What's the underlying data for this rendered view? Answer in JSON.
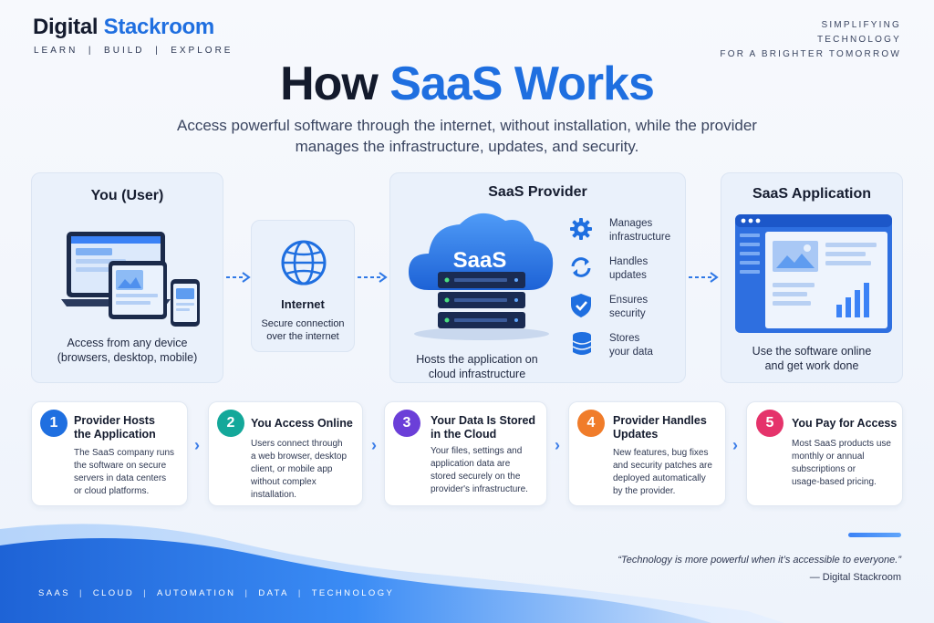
{
  "header": {
    "brand_main": "Digital ",
    "brand_accent": "Stackroom",
    "brand_tagline": "LEARN  |  BUILD  |  EXPLORE",
    "slogan": [
      "SIMPLIFYING",
      "TECHNOLOGY",
      "FOR A BRIGHTER TOMORROW"
    ]
  },
  "hero": {
    "title_main": "How ",
    "title_accent": "SaaS Works",
    "subtitle_line1": "Access powerful software through the internet, without installation, while the provider",
    "subtitle_line2": "manages the infrastructure, updates, and security."
  },
  "panels": {
    "user": {
      "title": "You (User)",
      "caption_line1": "Access from any device",
      "caption_line2": "(browsers, desktop, mobile)"
    },
    "internet": {
      "title": "Internet",
      "caption_line1": "Secure connection",
      "caption_line2": "over the internet"
    },
    "provider": {
      "title": "SaaS Provider",
      "cloud_label": "SaaS",
      "caption_line1": "Hosts the application on",
      "caption_line2": "cloud infrastructure",
      "features": [
        {
          "icon": "gear-icon",
          "line1": "Manages",
          "line2": "infrastructure"
        },
        {
          "icon": "refresh-icon",
          "line1": "Handles",
          "line2": "updates"
        },
        {
          "icon": "shield-icon",
          "line1": "Ensures",
          "line2": "security"
        },
        {
          "icon": "database-icon",
          "line1": "Stores",
          "line2": "your data"
        }
      ]
    },
    "application": {
      "title": "SaaS Application",
      "caption_line1": "Use the software online",
      "caption_line2": "and get work done"
    }
  },
  "steps": [
    {
      "number": "1",
      "color": "#1f6fe0",
      "title1": "Provider Hosts",
      "title2": "the Application",
      "text": [
        "The SaaS company runs",
        "the software on secure",
        "servers in data centers",
        "or cloud platforms."
      ]
    },
    {
      "number": "2",
      "color": "#14a89a",
      "title1": "You Access Online",
      "title2": "",
      "text": [
        "Users connect through",
        "a web browser, desktop",
        "client, or mobile app",
        "without complex",
        "installation."
      ]
    },
    {
      "number": "3",
      "color": "#6b3fd8",
      "title1": "Your Data Is Stored",
      "title2": "in the Cloud",
      "text": [
        "Your files, settings and",
        "application data are",
        "stored securely on the",
        "provider's infrastructure."
      ]
    },
    {
      "number": "4",
      "color": "#f07c2a",
      "title1": "Provider Handles",
      "title2": "Updates",
      "text": [
        "New features, bug fixes",
        "and security patches are",
        "deployed automatically",
        "by the provider."
      ]
    },
    {
      "number": "5",
      "color": "#e5336b",
      "title1": "You Pay for Access",
      "title2": "",
      "text": [
        "Most SaaS products use",
        "monthly or annual",
        "subscriptions or",
        "usage-based pricing."
      ]
    }
  ],
  "footer": {
    "quote": "“Technology is more powerful when it’s accessible to everyone.”",
    "author": "— Digital Stackroom",
    "tags": [
      "SAAS",
      "CLOUD",
      "AUTOMATION",
      "DATA",
      "TECHNOLOGY"
    ]
  },
  "colors": {
    "primary": "#1f6fe0",
    "dark": "#131a2c",
    "panel": "#eaf1fb"
  }
}
